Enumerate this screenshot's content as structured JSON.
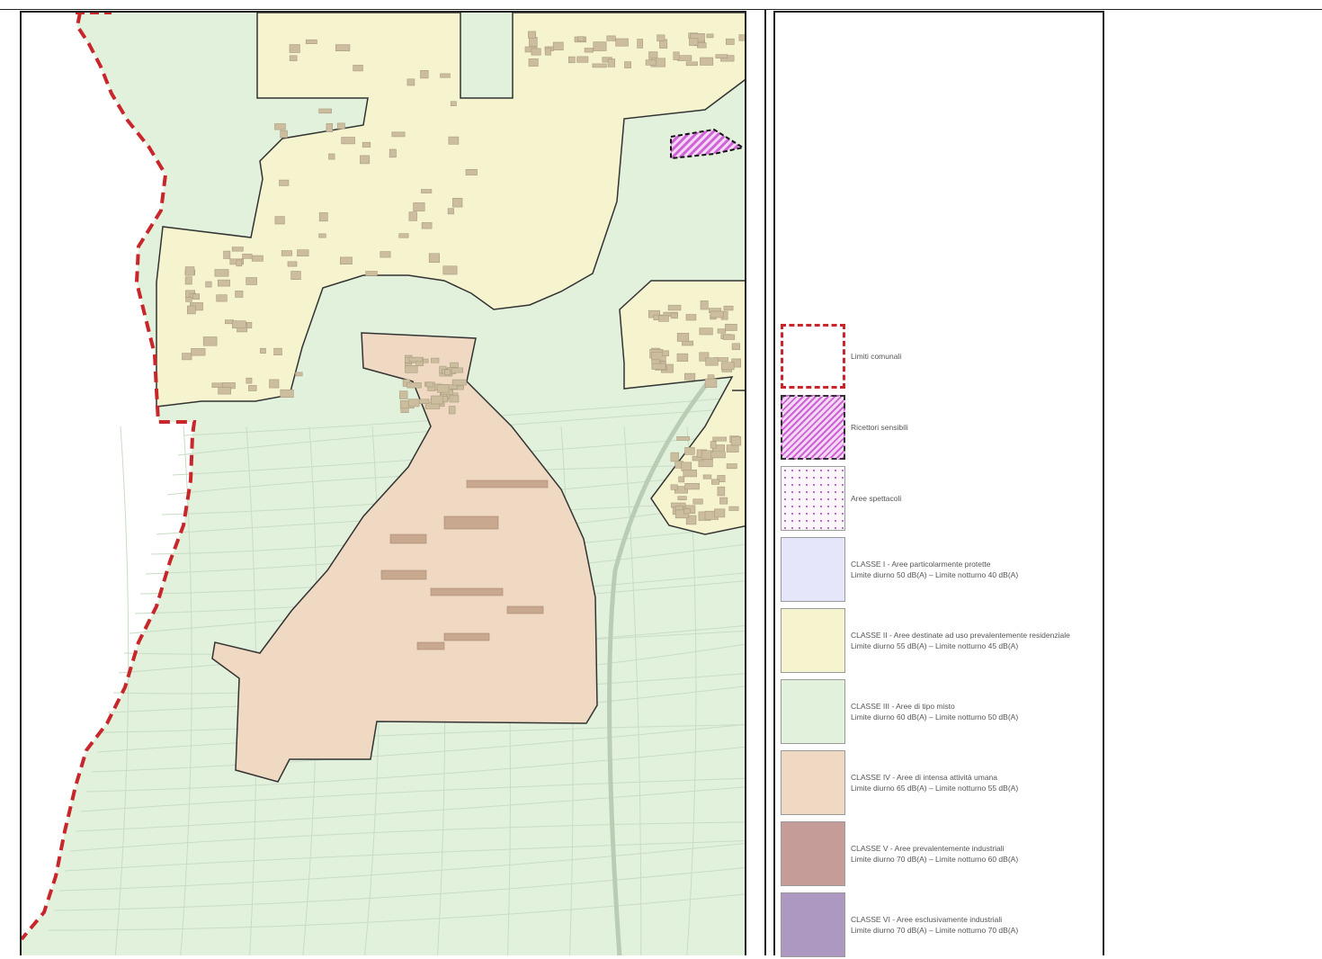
{
  "colors": {
    "class_I": "#e6e6fa",
    "class_II": "#f6f3cf",
    "class_III": "#e2f1dc",
    "class_IV": "#efd9c3",
    "class_V": "#c69c98",
    "class_VI": "#ad98c2",
    "limiti": "#c8262b",
    "ricettori": "#cf63d6",
    "spettacoli_dot": "#b26bbf"
  },
  "legend": [
    {
      "id": "limiti",
      "line1": "Limiti comunali",
      "line2": ""
    },
    {
      "id": "ricettori",
      "line1": "Ricettori sensibili",
      "line2": ""
    },
    {
      "id": "spettacoli",
      "line1": "Aree spettacoli",
      "line2": ""
    },
    {
      "id": "class_I",
      "line1": "CLASSE I - Aree particolarmente protette",
      "line2": "Limite diurno 50 dB(A) – Limite notturno 40 dB(A)"
    },
    {
      "id": "class_II",
      "line1": "CLASSE II - Aree destinate ad uso prevalentemente residenziale",
      "line2": "Limite diurno 55 dB(A) – Limite notturno 45 dB(A)"
    },
    {
      "id": "class_III",
      "line1": "CLASSE III - Aree di tipo misto",
      "line2": "Limite diurno 60 dB(A) – Limite notturno 50 dB(A)"
    },
    {
      "id": "class_IV",
      "line1": "CLASSE IV - Aree di intensa attività umana",
      "line2": "Limite diurno 65 dB(A) – Limite notturno 55 dB(A)"
    },
    {
      "id": "class_V",
      "line1": "CLASSE V - Aree prevalentemente industriali",
      "line2": "Limite diurno 70 dB(A) – Limite notturno 60 dB(A)"
    },
    {
      "id": "class_VI",
      "line1": "CLASSE VI - Aree esclusivamente industriali",
      "line2": "Limite diurno 70 dB(A) – Limite notturno 70 dB(A)"
    }
  ]
}
